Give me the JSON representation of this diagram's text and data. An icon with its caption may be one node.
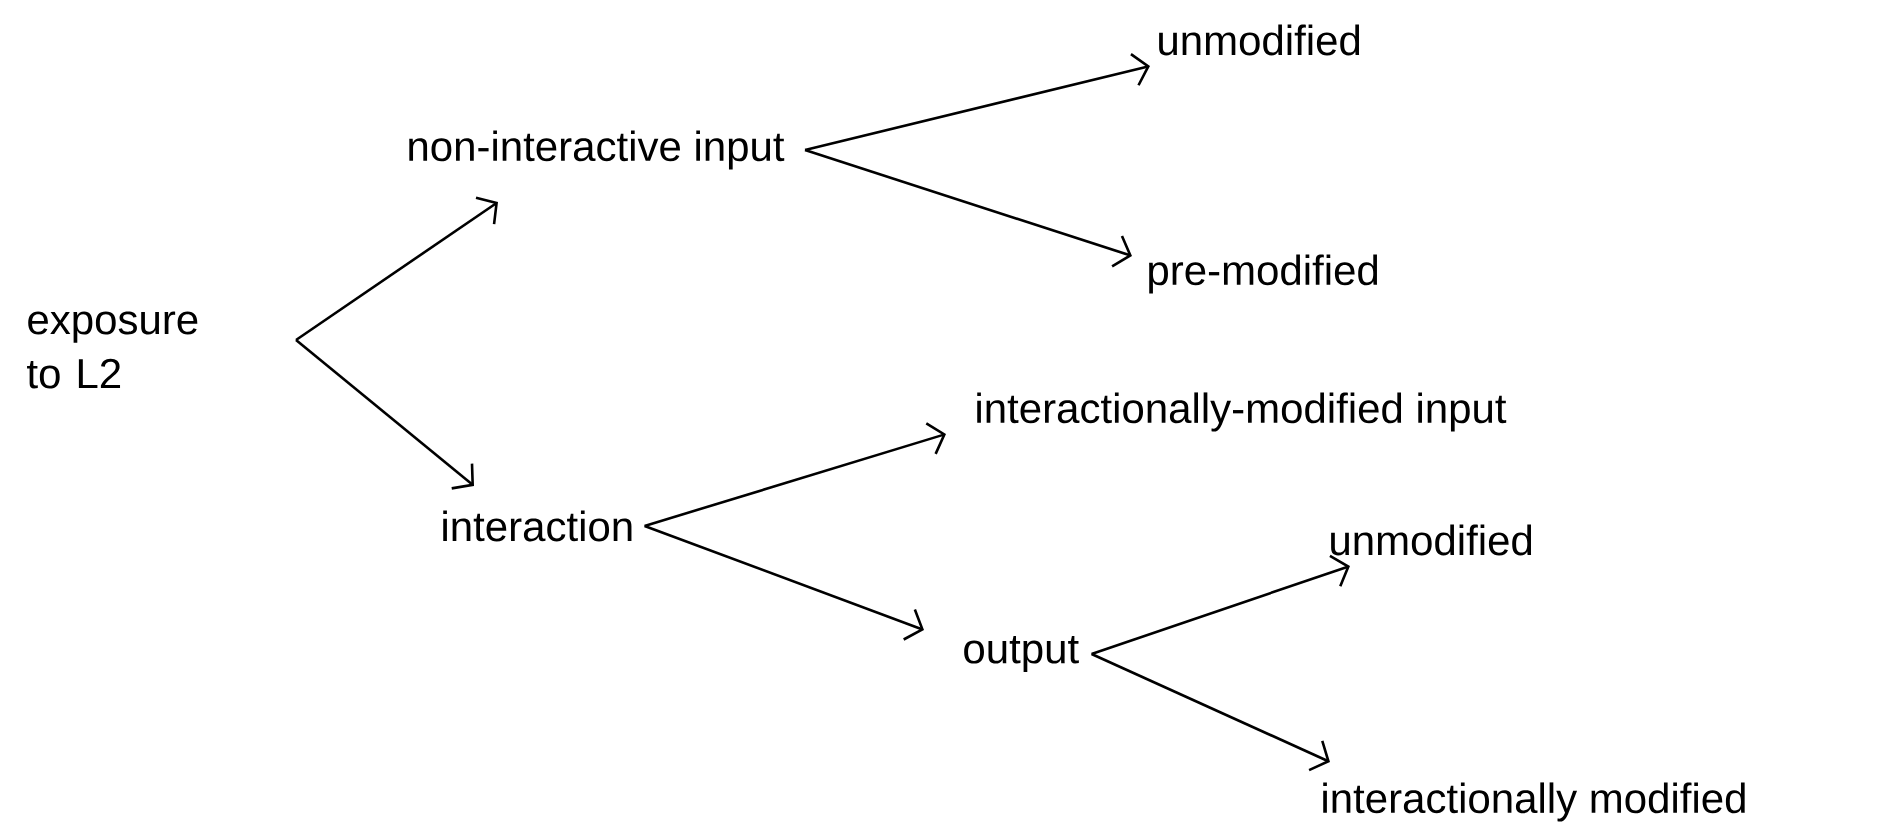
{
  "diagram": {
    "nodes": [
      {
        "text": [
          "exposure to L2"
        ]
      },
      {
        "text": [
          "non-interactive input"
        ]
      },
      {
        "text": [
          "unmodified"
        ]
      },
      {
        "text": [
          "pre-modified"
        ]
      },
      {
        "text": [
          "interaction"
        ]
      },
      {
        "text": [
          "interactionally-modified input"
        ]
      },
      {
        "text": [
          "output"
        ]
      },
      {
        "text": [
          "unmodified"
        ]
      },
      {
        "text": [
          "interactionally modified"
        ]
      }
    ],
    "edges": [
      {
        "from": 0,
        "to": 1,
        "arrow": "to"
      },
      {
        "from": 0,
        "to": 4,
        "arrow": "to"
      },
      {
        "from": 1,
        "to": 2,
        "arrow": "to"
      },
      {
        "from": 1,
        "to": 3,
        "arrow": "to"
      },
      {
        "from": 4,
        "to": 5,
        "arrow": "to"
      },
      {
        "from": 4,
        "to": 6,
        "arrow": "to"
      },
      {
        "from": 6,
        "to": 7,
        "arrow": "to"
      },
      {
        "from": 6,
        "to": 8,
        "arrow": "to"
      }
    ]
  }
}
